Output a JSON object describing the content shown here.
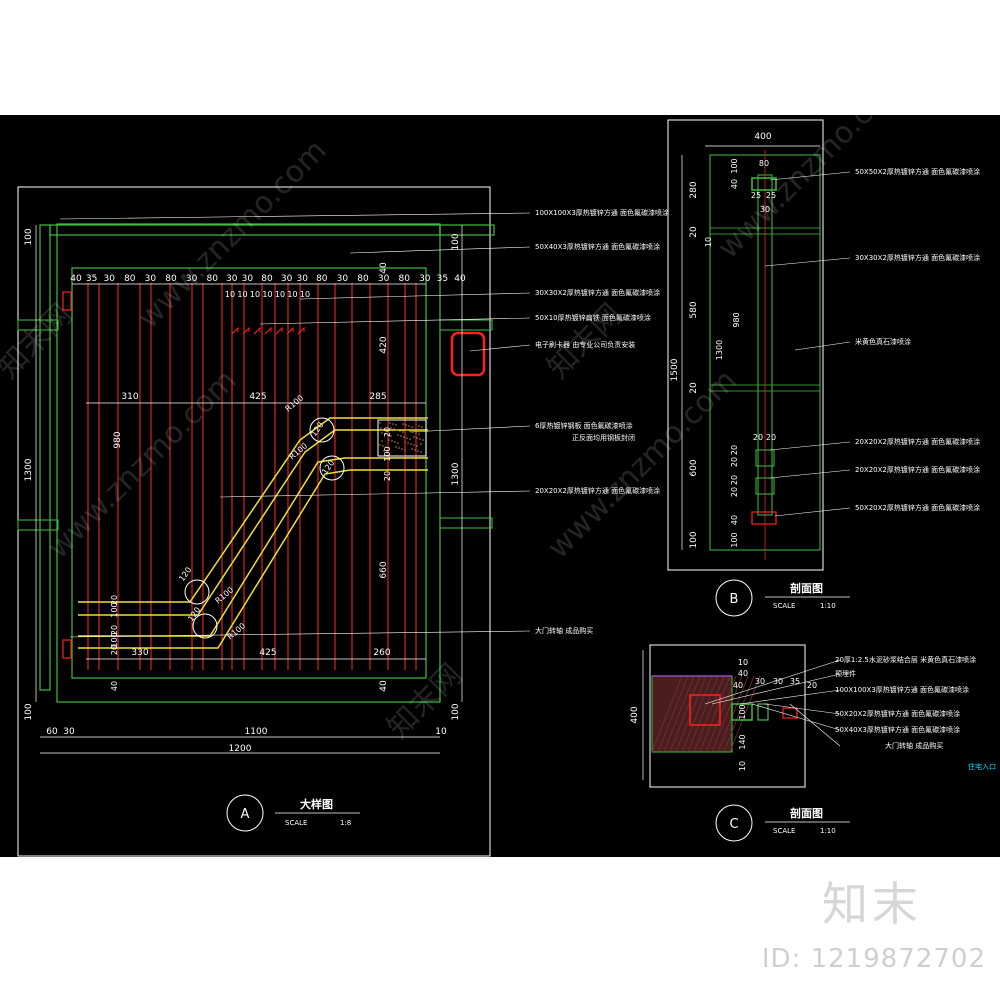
{
  "colors": {
    "background": "#000000",
    "outline": "#ffffff",
    "frame": "#3fbf3f",
    "slat": "#ff2a2a",
    "rail": "#f0e030",
    "dimension": "#ffffff",
    "annotation": "#ffffff",
    "highlight": "#ff2020",
    "cyan": "#00e5ff"
  },
  "views": {
    "A": {
      "letter": "A",
      "title": "大样图",
      "scale_label": "SCALE",
      "scale_value": "1:8",
      "top_dims": [
        "40",
        "35",
        "30",
        "80",
        "30",
        "80",
        "30",
        "80",
        "30",
        "30",
        "80",
        "30",
        "30",
        "80",
        "30",
        "80",
        "30",
        "80",
        "30",
        "35",
        "40"
      ],
      "small_dims": [
        "10",
        "10",
        "10",
        "10",
        "10",
        "10",
        "10"
      ],
      "rail_top_dims": [
        "310",
        "425",
        "285"
      ],
      "rail_bottom_dims": [
        "330",
        "425",
        "260"
      ],
      "radius_labels": [
        "R100",
        "R100",
        "R100",
        "R100"
      ],
      "angle_labels": [
        "120",
        "120",
        "120",
        "120"
      ],
      "left_dims": [
        "100",
        "1300",
        "100"
      ],
      "left_inner_dims": [
        "980"
      ],
      "left_small_dims": [
        "20",
        "100",
        "20",
        "100",
        "20",
        "40"
      ],
      "right_inner_dims": [
        "40",
        "420",
        "660",
        "40"
      ],
      "right_dims": [
        "100",
        "1300",
        "100"
      ],
      "side_small_dims": [
        "20",
        "100",
        "20"
      ],
      "bottom_dims": [
        "60",
        "30",
        "1100",
        "10"
      ],
      "bottom_total": "1200",
      "callouts": [
        "100X100X3厚热镀锌方通 面色氟碳漆喷涂",
        "50X40X3厚热镀锌方通 面色氟碳漆喷涂",
        "30X30X2厚热镀锌方通 面色氟碳漆喷涂",
        "50X10厚热镀锌扁铁 面色氟碳漆喷涂",
        "电子刷卡器 由专业公司负责安装",
        "6厚热镀锌钢板 面色氟碳漆喷涂",
        "正反面均用钢板封闭",
        "20X20X2厚热镀锌方通 面色氟碳漆喷涂",
        "大门转轴 成品购买"
      ]
    },
    "B": {
      "letter": "B",
      "title": "剖面图",
      "scale_label": "SCALE",
      "scale_value": "1:10",
      "top_dim": "400",
      "left_dims": [
        "280",
        "20",
        "580",
        "20",
        "600",
        "100"
      ],
      "left_outer": "1500",
      "inner_dims": [
        "100",
        "40",
        "10",
        "1300",
        "980",
        "20",
        "20",
        "20",
        "20",
        "40",
        "100"
      ],
      "top_inner_dims": [
        "80",
        "25",
        "25",
        "30",
        "20",
        "20"
      ],
      "callouts": [
        "50X50X2厚热镀锌方通 面色氟碳漆喷涂",
        "30X30X2厚热镀锌方通 面色氟碳漆喷涂",
        "米黄色真石漆喷涂",
        "20X20X2厚热镀锌方通 面色氟碳漆喷涂",
        "20X20X2厚热镀锌方通 面色氟碳漆喷涂",
        "50X20X2厚热镀锌方通 面色氟碳漆喷涂"
      ]
    },
    "C": {
      "letter": "C",
      "title": "剖面图",
      "scale_label": "SCALE",
      "scale_value": "1:10",
      "left_dim": "400",
      "top_dims": [
        "10",
        "40",
        "40",
        "30",
        "30",
        "35",
        "20"
      ],
      "side_dims": [
        "100",
        "140",
        "10"
      ],
      "callouts": [
        "20厚1:2.5水泥砂浆结合层 米黄色真石漆喷涂",
        "预埋件",
        "100X100X3厚热镀锌方通 面色氟碳漆喷涂",
        "50X20X2厚热镀锌方通 面色氟碳漆喷涂",
        "50X40X3厚热镀锌方通 面色氟碳漆喷涂",
        "大门转轴 成品购买"
      ],
      "cyan_label": "住宅入口"
    }
  },
  "watermarks": [
    "www.znzmo.com",
    "知末网"
  ],
  "brand": {
    "name": "知末",
    "id_text": "ID: 1219872702"
  }
}
